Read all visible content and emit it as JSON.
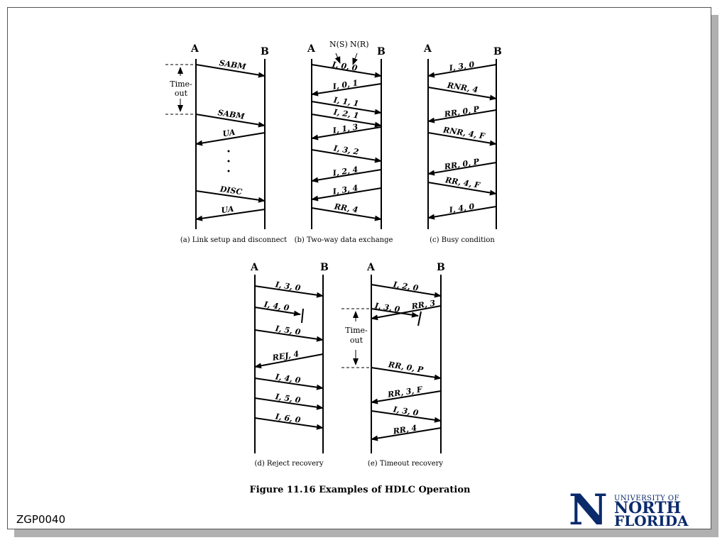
{
  "figure_caption": "Figure 11.16   Examples of HDLC Operation",
  "slide_id": "ZGP0040",
  "logo": {
    "line1": "UNIVERSITY OF",
    "line2": "NORTH",
    "line3": "FLORIDA"
  },
  "panels": {
    "a": {
      "caption": "(a) Link setup and disconnect",
      "station_a": "A",
      "station_b": "B",
      "timeout": [
        "Time-",
        "out"
      ],
      "frames": [
        "SABM",
        "SABM",
        "UA",
        "DISC",
        "UA"
      ]
    },
    "b": {
      "caption": "(b) Two-way data exchange",
      "station_a": "A",
      "station_b": "B",
      "ns_label": "N(S)",
      "nr_label": "N(R)",
      "frames": [
        "I, 0, 0",
        "I, 0, 1",
        "I, 1, 1",
        "I, 2, 1",
        "I, 1, 3",
        "I, 3, 2",
        "I, 2, 4",
        "I, 3, 4",
        "RR, 4"
      ]
    },
    "c": {
      "caption": "(c) Busy condition",
      "station_a": "A",
      "station_b": "B",
      "frames": [
        "I, 3, 0",
        "RNR, 4",
        "RR, 0, P",
        "RNR, 4, F",
        "RR, 0, P",
        "RR, 4, F",
        "I, 4, 0"
      ]
    },
    "d": {
      "caption": "(d) Reject recovery",
      "station_a": "A",
      "station_b": "B",
      "frames": [
        "I, 3, 0",
        "I, 4, 0",
        "I, 5, 0",
        "REJ, 4",
        "I, 4, 0",
        "I, 5, 0",
        "I, 6, 0"
      ]
    },
    "e": {
      "caption": "(e) Timeout recovery",
      "station_a": "A",
      "station_b": "B",
      "timeout": [
        "Time-",
        "out"
      ],
      "frames": [
        "I, 2, 0",
        "I, 3, 0",
        "RR, 3",
        "RR, 0, P",
        "RR, 3, F",
        "I, 3, 0",
        "RR, 4"
      ]
    }
  }
}
